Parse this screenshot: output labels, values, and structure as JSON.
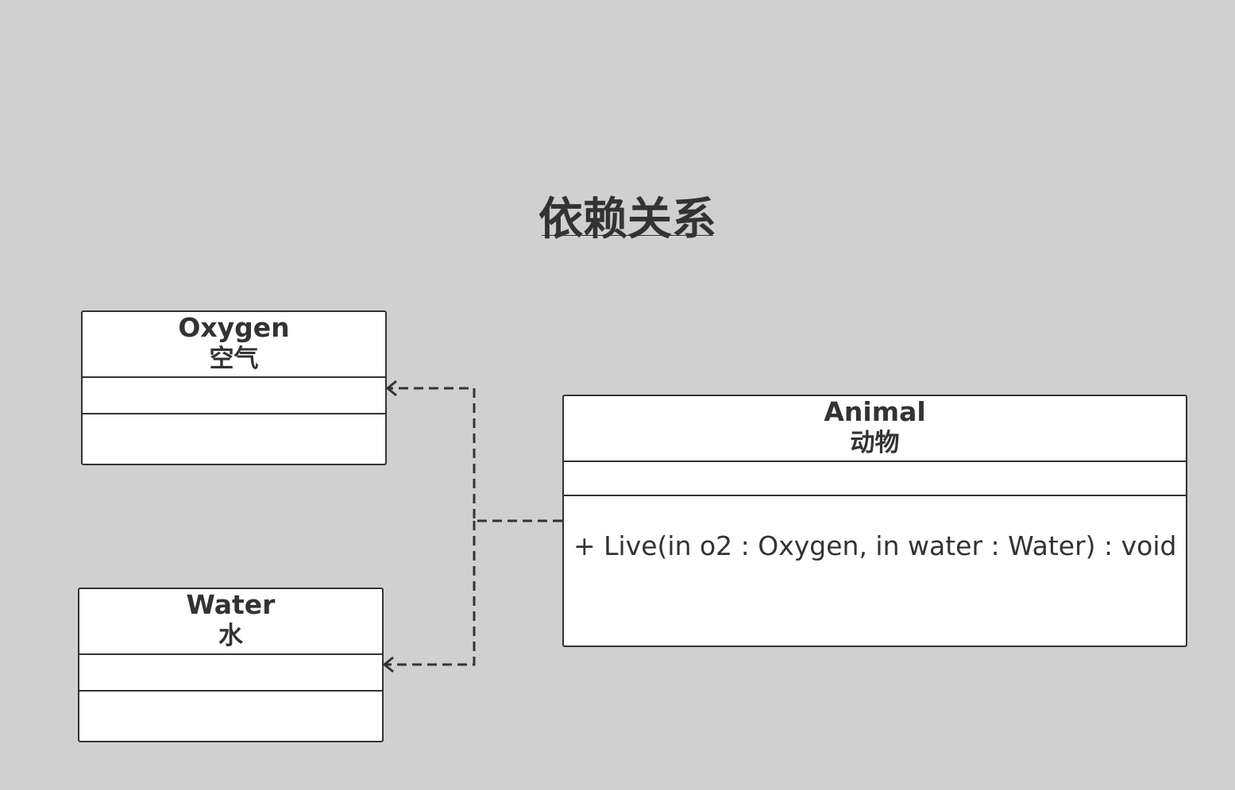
{
  "diagram": {
    "title": "依赖关系",
    "classes": {
      "oxygen": {
        "name_en": "Oxygen",
        "name_zh": "空气",
        "operations": []
      },
      "water": {
        "name_en": "Water",
        "name_zh": "水",
        "operations": []
      },
      "animal": {
        "name_en": "Animal",
        "name_zh": "动物",
        "operations": [
          "+ Live(in o2 : Oxygen, in water : Water) : void"
        ]
      }
    },
    "relationships": [
      {
        "type": "dependency",
        "from": "Animal",
        "to": "Oxygen"
      },
      {
        "type": "dependency",
        "from": "Animal",
        "to": "Water"
      }
    ],
    "colors": {
      "background": "#d0d0d0",
      "box_fill": "#ffffff",
      "line": "#333333"
    }
  }
}
